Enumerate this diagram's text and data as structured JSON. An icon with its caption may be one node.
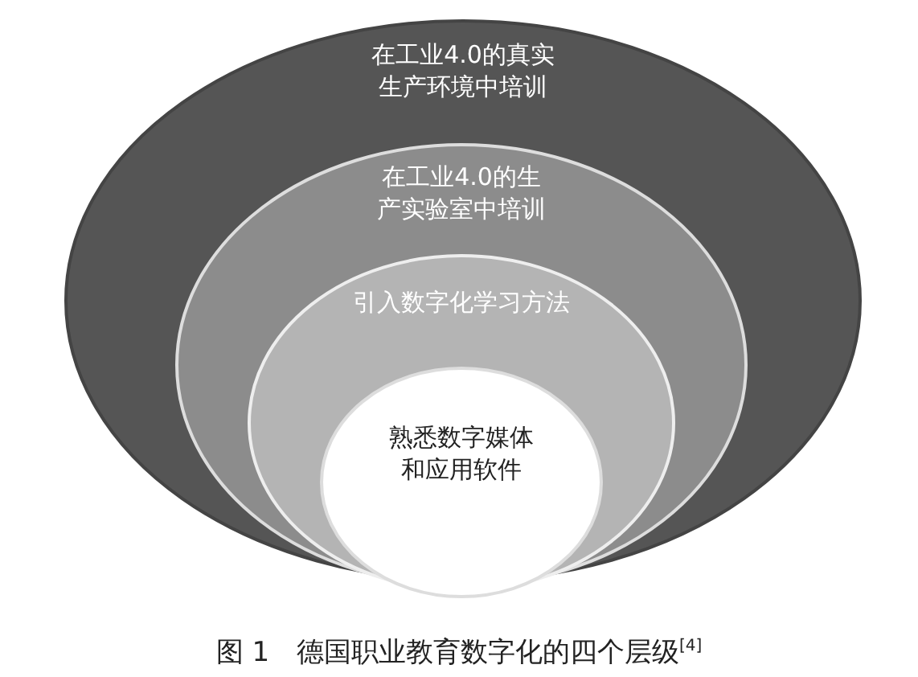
{
  "diagram": {
    "caption": "图 1　德国职业教育数字化的四个层级$^{[4]}$",
    "nodes": [
      {
        "text": [
          "在工业4.0的真实生产环境中培训"
        ]
      },
      {
        "text": [
          "在工业4.0的生产实验室中培训"
        ],
        "in": 0
      },
      {
        "text": [
          "引入数字化学习方法"
        ],
        "in": 1
      },
      {
        "text": [
          "熟悉数字媒体和应用软件"
        ],
        "in": 2
      }
    ]
  }
}
